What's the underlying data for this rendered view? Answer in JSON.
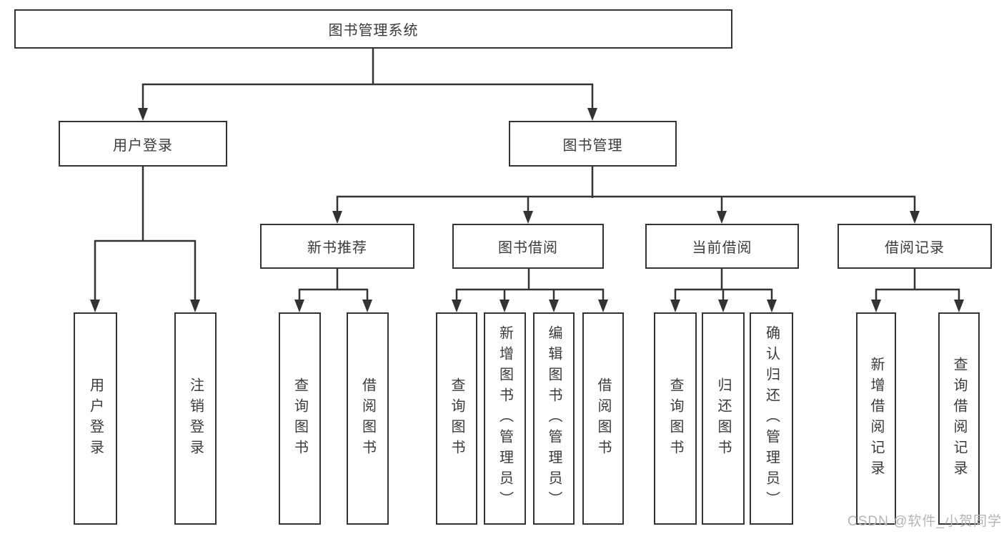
{
  "diagram_title": "图书管理系统",
  "tree": {
    "root": {
      "label": "图书管理系统"
    },
    "branches": [
      {
        "label": "用户登录",
        "children": [
          {
            "label": "用户登录"
          },
          {
            "label": "注销登录"
          }
        ]
      },
      {
        "label": "图书管理",
        "children": [
          {
            "label": "新书推荐",
            "children": [
              {
                "label": "查询图书"
              },
              {
                "label": "借阅图书"
              }
            ]
          },
          {
            "label": "图书借阅",
            "children": [
              {
                "label": "查询图书"
              },
              {
                "label": "新增图书（管理员）"
              },
              {
                "label": "编辑图书（管理员）"
              },
              {
                "label": "借阅图书"
              }
            ]
          },
          {
            "label": "当前借阅",
            "children": [
              {
                "label": "查询图书"
              },
              {
                "label": "归还图书"
              },
              {
                "label": "确认归还（管理员）"
              }
            ]
          },
          {
            "label": "借阅记录",
            "children": [
              {
                "label": "新增借阅记录"
              },
              {
                "label": "查询借阅记录"
              }
            ]
          }
        ]
      }
    ]
  },
  "watermark": "CSDN @软件_小贺同学",
  "colors": {
    "line": "#333333",
    "text": "#3b3b3b",
    "watermark": "#b4b4b4",
    "background": "#ffffff"
  }
}
